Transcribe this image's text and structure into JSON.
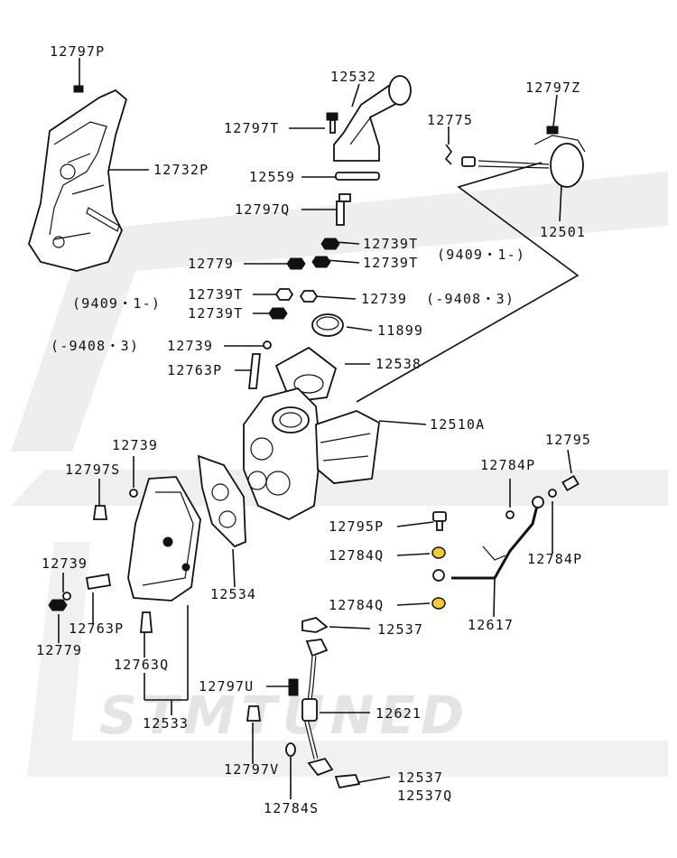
{
  "diagram": {
    "colors": {
      "line": "#111111",
      "highlight": "#f2cc2f",
      "watermark": "#e6e6e6",
      "background": "#ffffff"
    },
    "watermark": {
      "text": "STMTUNED"
    },
    "labels": {
      "p12797P": "12797P",
      "p12532": "12532",
      "p12797Z": "12797Z",
      "p12797T": "12797T",
      "p12775": "12775",
      "p12732P": "12732P",
      "p12559": "12559",
      "p12501": "12501",
      "p12797Q": "12797Q",
      "p12739T_a": "12739T",
      "p9409_a": "(9409・1-)",
      "p12779_a": "12779",
      "p12739T_b": "12739T",
      "p9409_b": "(9409・1-)",
      "p12739T_c": "12739T",
      "p12739_a": "12739",
      "p9408_a": "(-9408・3)",
      "p12739T_d": "12739T",
      "p11899": "11899",
      "p9408_b": "(-9408・3)",
      "p12739_b": "12739",
      "p12763P_a": "12763P",
      "p12538": "12538",
      "p12510A": "12510A",
      "p12739_c": "12739",
      "p12795_a": "12795",
      "p12797S": "12797S",
      "p12784P_a": "12784P",
      "p12795P": "12795P",
      "p12784Q_a": "12784Q",
      "p12784P_b": "12784P",
      "p12739_d": "12739",
      "p12534": "12534",
      "p12784Q_b": "12784Q",
      "p12617": "12617",
      "p12763P_b": "12763P",
      "p12537_a": "12537",
      "p12779_b": "12779",
      "p12763Q": "12763Q",
      "p12797U": "12797U",
      "p12621": "12621",
      "p12533": "12533",
      "p12797V": "12797V",
      "p12537_b": "12537",
      "p12537Q": "12537Q",
      "p12784S": "12784S"
    }
  }
}
